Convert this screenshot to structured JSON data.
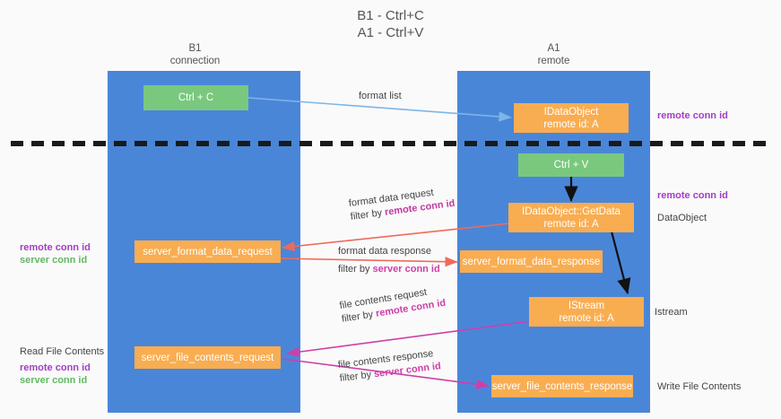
{
  "title": {
    "line1": "B1 - Ctrl+C",
    "line2": "A1 - Ctrl+V"
  },
  "lanes": [
    {
      "id": "b1",
      "name": "B1",
      "subtitle": "connection",
      "color": "#4a86d8"
    },
    {
      "id": "a1",
      "name": "A1",
      "subtitle": "remote",
      "color": "#4a86d8"
    }
  ],
  "nodes": {
    "ctrl_c": {
      "label": "Ctrl + C",
      "color": "#7ac87e"
    },
    "idataobject": {
      "line1": "IDataObject",
      "line2": "remote id: A",
      "color": "#f9ad51"
    },
    "ctrl_v": {
      "label": "Ctrl + V",
      "color": "#7ac87e"
    },
    "getdata": {
      "line1": "IDataObject::GetData",
      "line2": "remote id: A",
      "color": "#f9ad51"
    },
    "server_format_data_request": {
      "label": "server_format_data_request",
      "color": "#f9ad51"
    },
    "server_format_data_response": {
      "label": "server_format_data_response",
      "color": "#f9ad51"
    },
    "istream": {
      "line1": "IStream",
      "line2": "remote id: A",
      "color": "#f9ad51"
    },
    "server_file_contents_request": {
      "label": "server_file_contents_request",
      "color": "#f9ad51"
    },
    "server_file_contents_response": {
      "label": "server_file_contents_response",
      "color": "#f9ad51"
    }
  },
  "edge_labels": {
    "format_list": "format list",
    "format_data_request": "format data request",
    "format_data_request_filter_prefix": "filter by ",
    "format_data_request_filter_value": "remote conn id",
    "format_data_response": "format data response",
    "format_data_response_filter_prefix": "filter by ",
    "format_data_response_filter_value": "server conn id",
    "file_contents_request": "file contents request",
    "file_contents_request_filter_prefix": "filter by ",
    "file_contents_request_filter_value": "remote conn id",
    "file_contents_response": "file contents response",
    "file_contents_response_filter_prefix": "filter by ",
    "file_contents_response_filter_value": "server conn id"
  },
  "annotations": {
    "right_remote_conn_id_top": "remote conn id",
    "right_remote_conn_id_mid": "remote conn id",
    "right_dataobject": "DataObject",
    "right_istream": "Istream",
    "right_write_file_contents": "Write File Contents",
    "left_remote_conn_id_mid": "remote conn id",
    "left_server_conn_id_mid": "server conn id",
    "left_read_file_contents": "Read File Contents",
    "left_remote_conn_id_bottom": "remote conn id",
    "left_server_conn_id_bottom": "server conn id"
  },
  "colors": {
    "lane": "#4a86d8",
    "green_node": "#7ac87e",
    "orange_node": "#f9ad51",
    "purple_text": "#a33ec4",
    "green_text": "#63b862",
    "arrow_blue": "#7eb5e8",
    "arrow_red": "#ef6a5a",
    "arrow_magenta": "#cf3fa8",
    "arrow_black": "#111111",
    "divider": "#1a1a1a"
  }
}
